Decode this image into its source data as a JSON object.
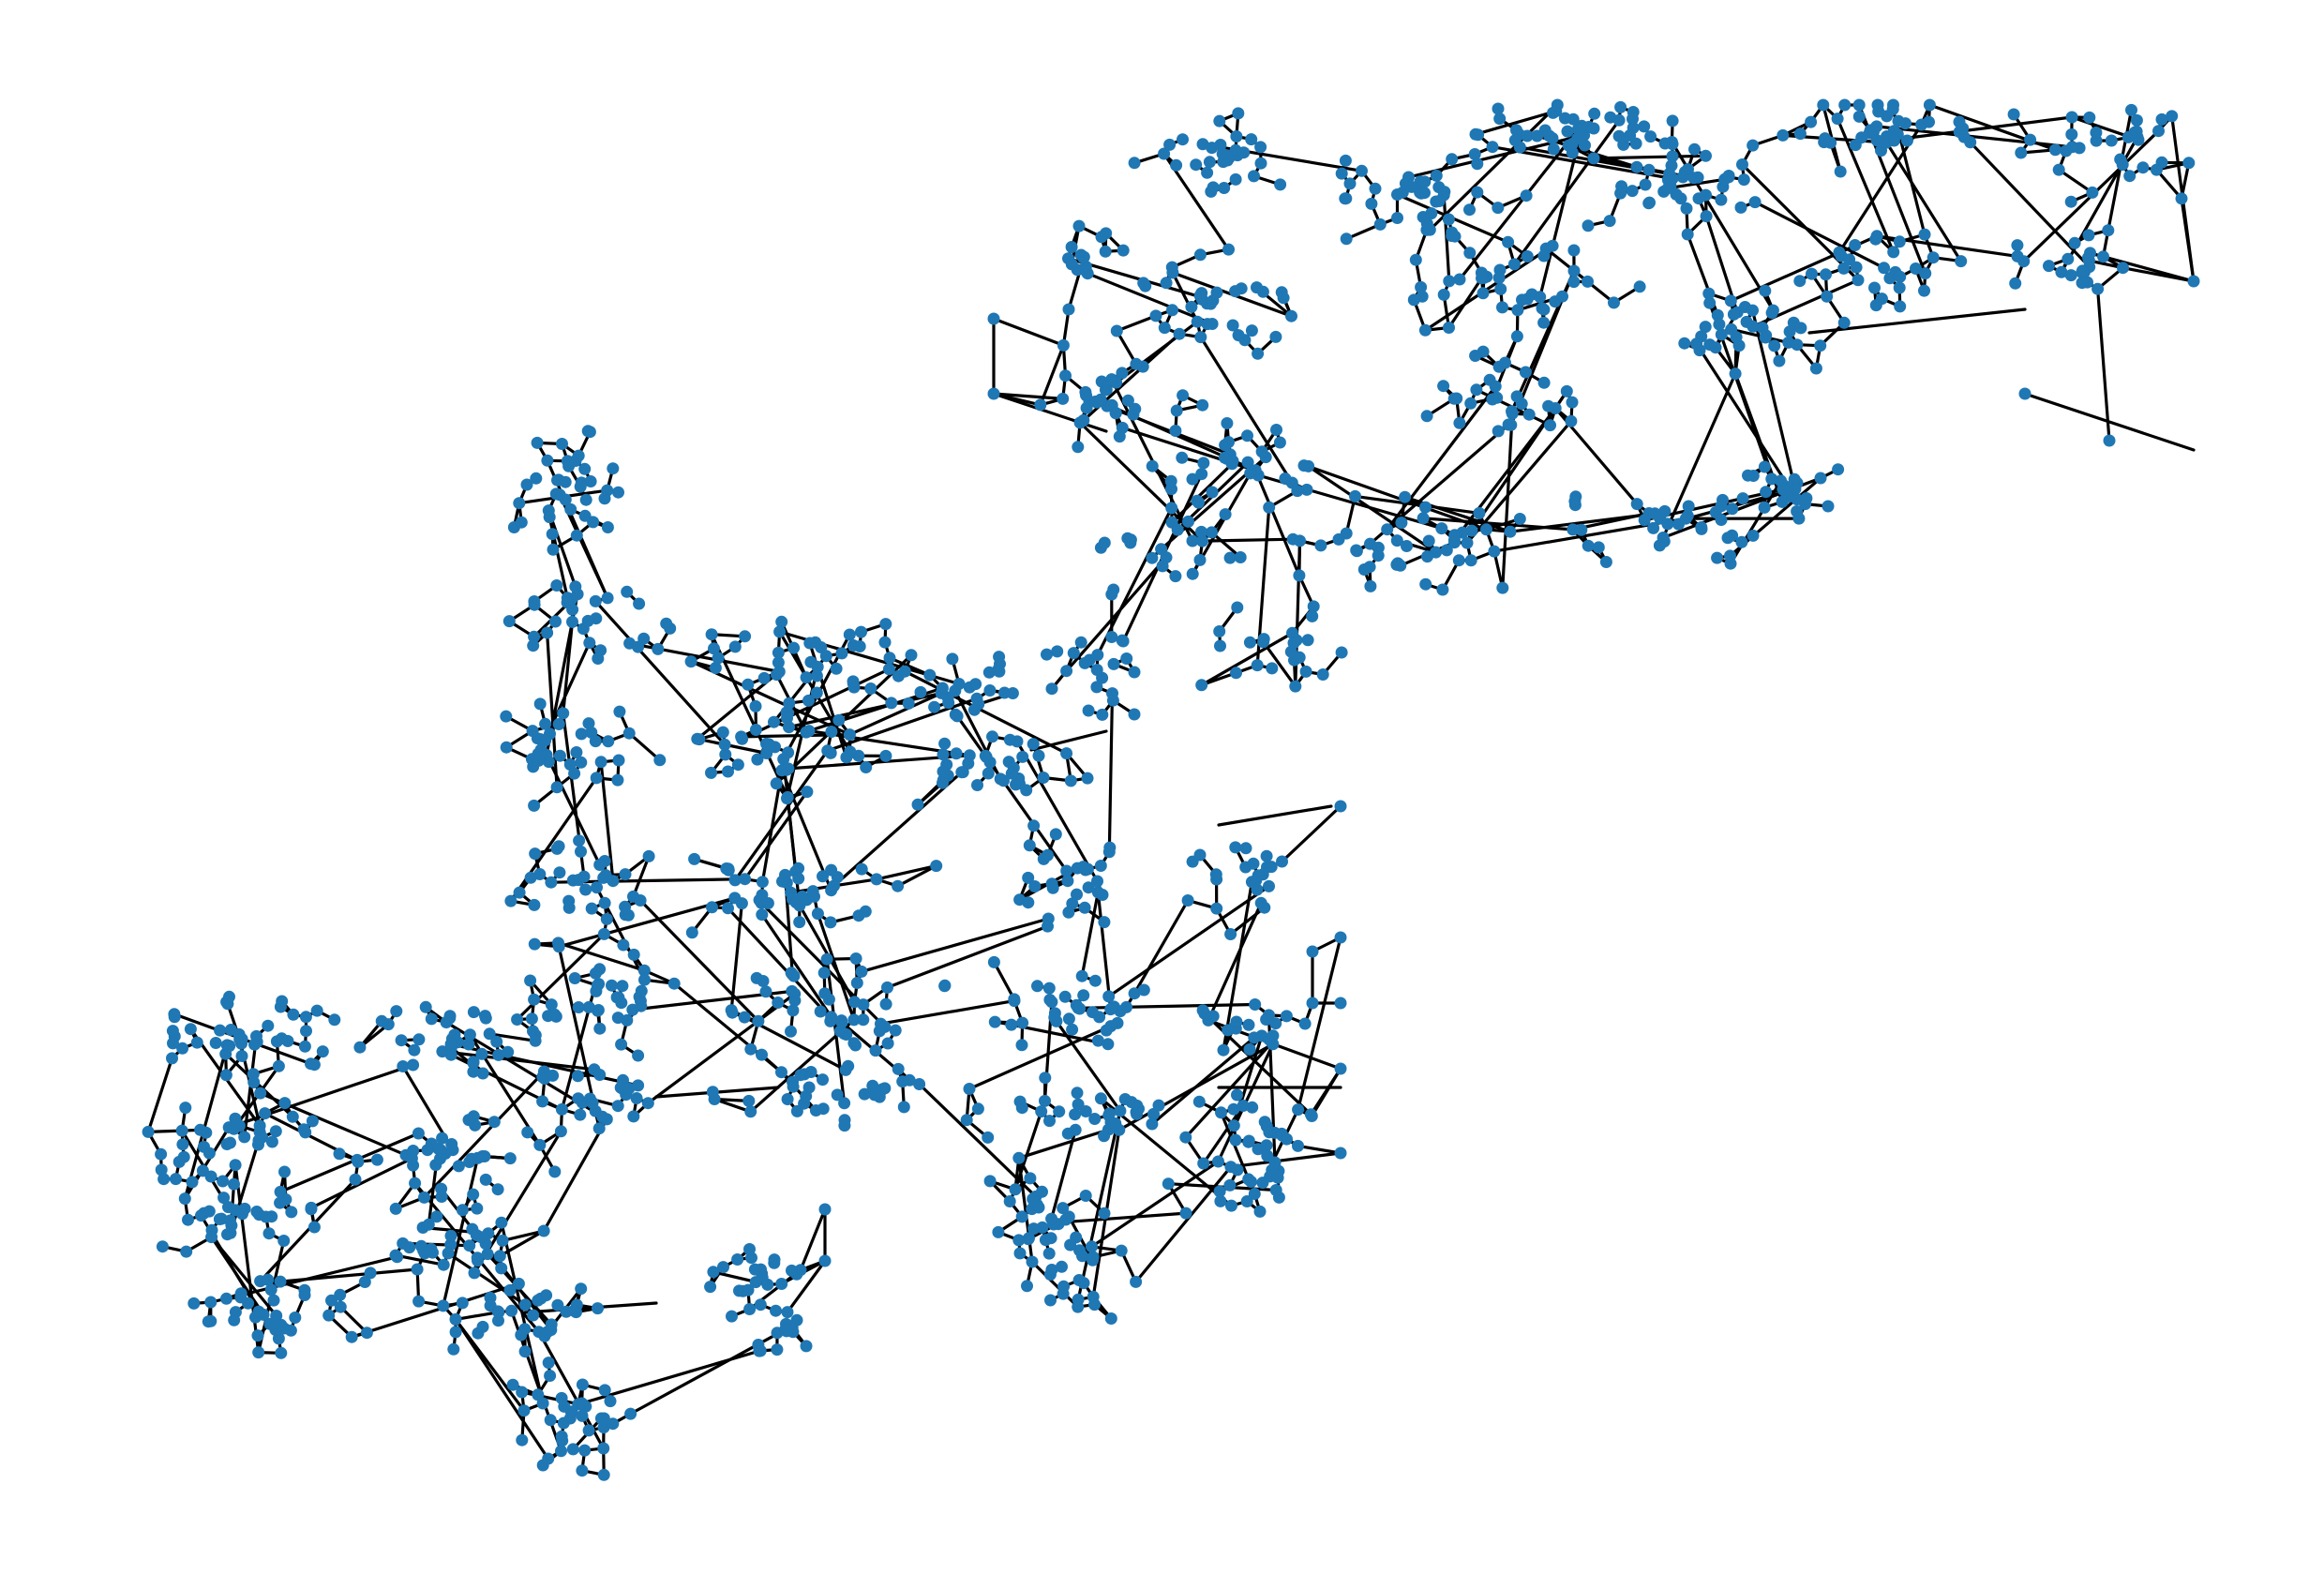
{
  "figure": {
    "type": "network-graph",
    "background_color": "#ffffff",
    "node_color": "#1f77b4",
    "edge_color": "#000000",
    "axes_visible": false,
    "labels_visible": false,
    "seed": 7,
    "node_count": 1850
  }
}
